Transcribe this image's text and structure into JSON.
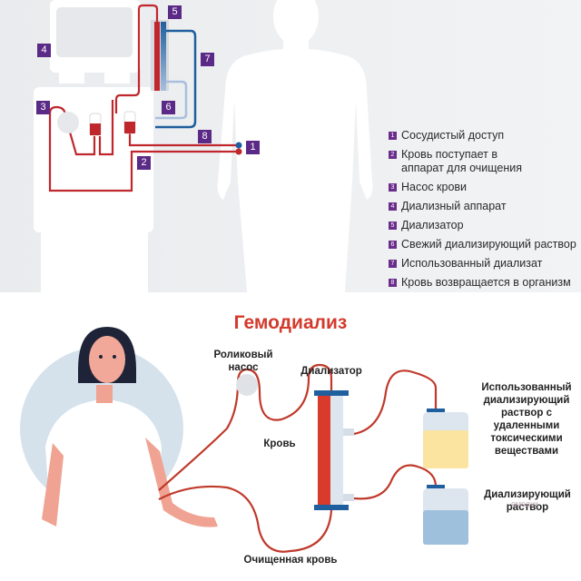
{
  "top_diagram": {
    "badges": [
      "1",
      "2",
      "3",
      "4",
      "5",
      "6",
      "7",
      "8"
    ],
    "legend": [
      {
        "num": "1",
        "text": "Сосудистый доступ"
      },
      {
        "num": "2",
        "text": "Кровь поступает в аппарат для очищения"
      },
      {
        "num": "3",
        "text": "Насос крови"
      },
      {
        "num": "4",
        "text": "Диализный аппарат"
      },
      {
        "num": "5",
        "text": "Диализатор"
      },
      {
        "num": "6",
        "text": "Свежий диализирующий раствор"
      },
      {
        "num": "7",
        "text": "Использованный диализат"
      },
      {
        "num": "8",
        "text": "Кровь возвращается в организм"
      }
    ],
    "colors": {
      "badge": "#5b2a86",
      "blood": "#c0272d",
      "used_dialysate": "#1f5f9e",
      "fresh_dialysate": "#a9bfdc"
    }
  },
  "bottom_diagram": {
    "title": "Гемодиализ",
    "labels": {
      "roller_pump": "Роликовый насос",
      "dialyzer": "Диализатор",
      "blood": "Кровь",
      "cleaned_blood": "Очищенная кровь",
      "used_solution": "Использованный диализирующий раствор с удаленными токсическими веществами",
      "dialysis_solution": "Диализирующий раствор"
    },
    "watermark": "ямедик",
    "colors": {
      "title": "#d33a2c",
      "tube": "#c0392b",
      "dialyzer_cap": "#1f5f9e",
      "used_fluid": "#fbe3a0",
      "fresh_fluid": "#9ec0dd"
    }
  }
}
